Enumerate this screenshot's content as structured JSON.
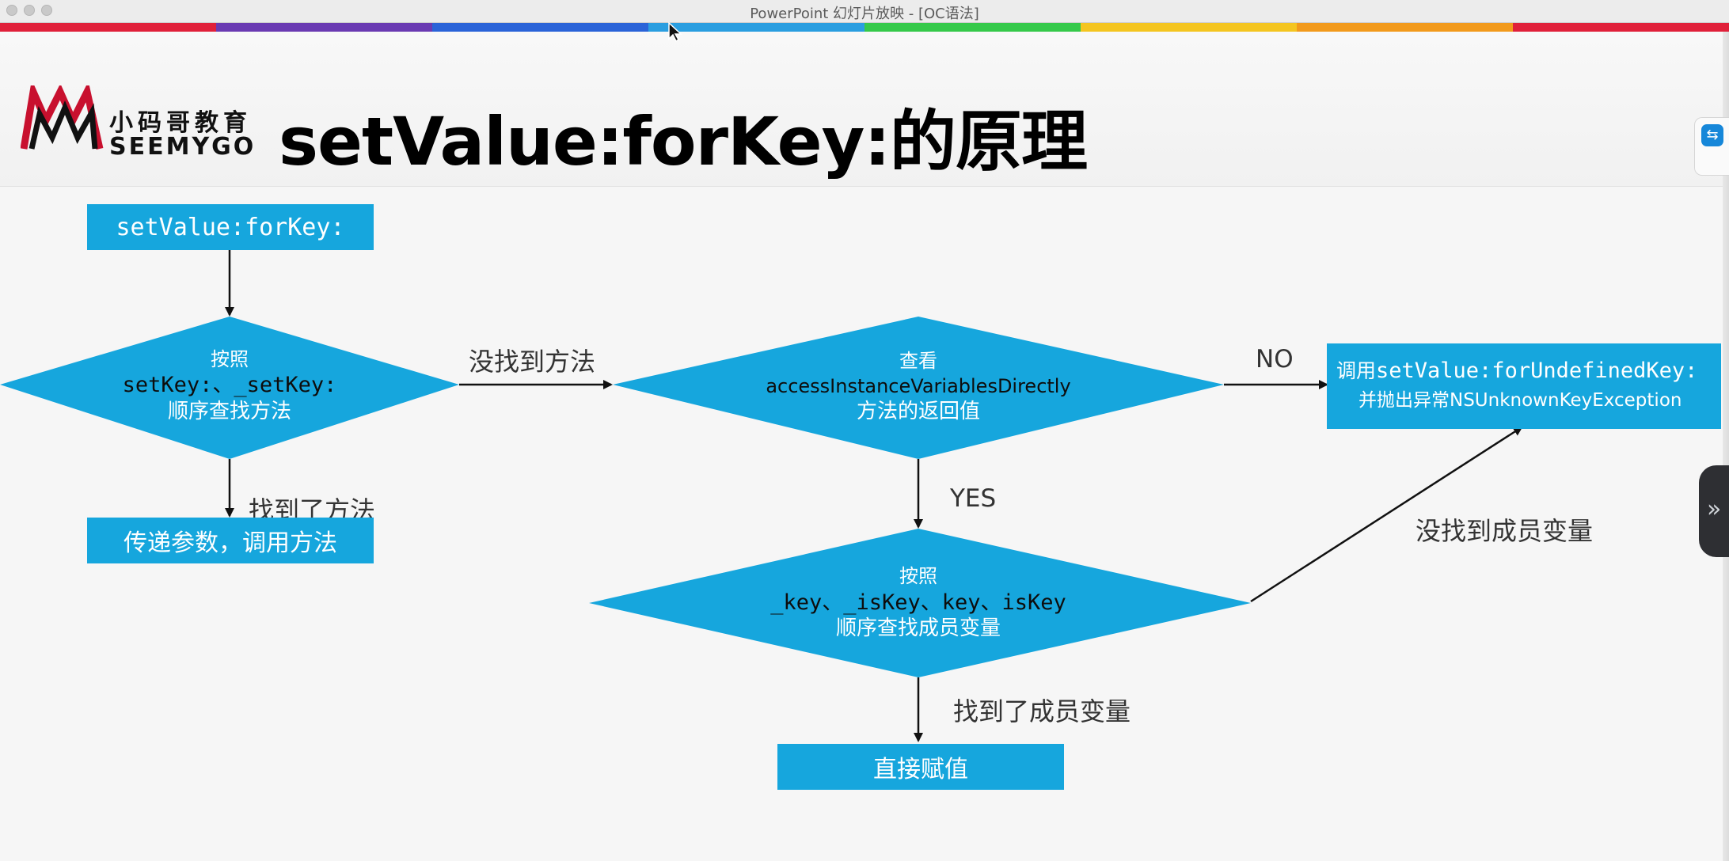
{
  "window": {
    "title": "PowerPoint 幻灯片放映 - [OC语法]"
  },
  "colorbar": [
    "#e0203a",
    "#6a3ab2",
    "#2a63d8",
    "#2a9ee0",
    "#35c94a",
    "#f4c520",
    "#f29a1c",
    "#e0203a"
  ],
  "slide": {
    "logo": {
      "cn": "小码哥教育",
      "en": "SEEMYGO"
    },
    "title": "setValue:forKey:的原理"
  },
  "flowchart": {
    "start": "setValue:forKey:",
    "decision_method": {
      "line1": "按照",
      "line2": "setKey:、_setKey:",
      "line3": "顺序查找方法"
    },
    "found_method_label": "找到了方法",
    "call_method": "传递参数，调用方法",
    "not_found_method_label": "没找到方法",
    "decision_access": {
      "line1": "查看",
      "line2": "accessInstanceVariablesDirectly",
      "line3": "方法的返回值"
    },
    "no_label": "NO",
    "yes_label": "YES",
    "undefined_key": {
      "line1_prefix": "调用",
      "line1_code": "setValue:forUndefinedKey:",
      "line2": "并抛出异常NSUnknownKeyException"
    },
    "decision_ivar": {
      "line1": "按照",
      "line2": "_key、_isKey、key、isKey",
      "line3": "顺序查找成员变量"
    },
    "not_found_ivar_label": "没找到成员变量",
    "found_ivar_label": "找到了成员变量",
    "assign": "直接赋值"
  },
  "colors": {
    "box_fill": "#16a6dd",
    "arrow": "#111111"
  },
  "icons": {
    "side_app": "teamviewer-icon",
    "side_tab": "double-chevron-right-icon"
  }
}
